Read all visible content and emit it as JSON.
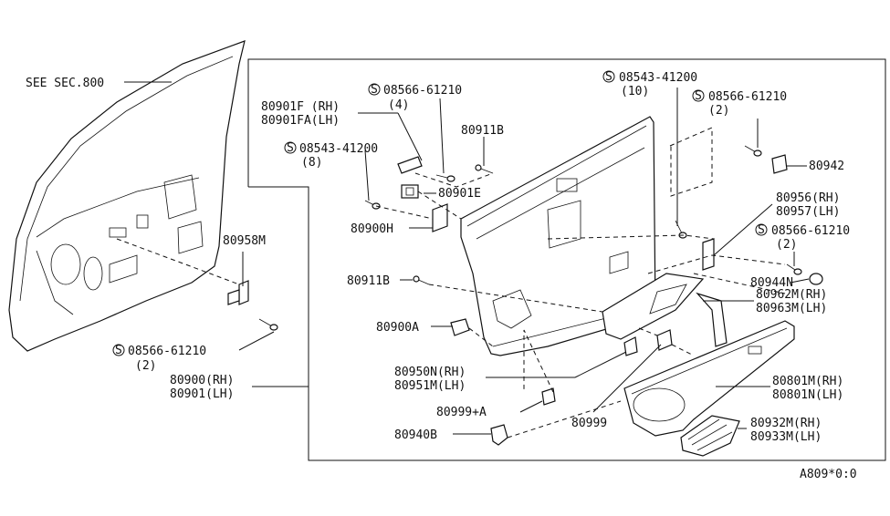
{
  "diagram": {
    "footer_code": "A809*0:0",
    "labels": {
      "see_sec": "SEE SEC.800",
      "s08566_4": "08566-61210",
      "qty_4": "(4)",
      "p80901f_rh": "80901F (RH)",
      "p80901fa_lh": "80901FA(LH)",
      "s08543_8": "08543-41200",
      "qty_8": "(8)",
      "p80911b_top": "80911B",
      "p80901e": "80901E",
      "p80900h": "80900H",
      "p80911b_left": "80911B",
      "p80900a": "80900A",
      "p80950n": "80950N(RH)",
      "p80951m": "80951M(LH)",
      "p80999a": "80999+A",
      "p80940b": "80940B",
      "p80999": "80999",
      "s08543_10": "08543-41200",
      "qty_10": "(10)",
      "s08566_2a": "08566-61210",
      "qty_2a": "(2)",
      "p80942": "80942",
      "p80956": "80956(RH)",
      "p80957": "80957(LH)",
      "s08566_2b": "08566-61210",
      "qty_2b": "(2)",
      "p80944n": "80944N",
      "p80962m": "80962M(RH)",
      "p80963m": "80963M(LH)",
      "p80801m": "80801M(RH)",
      "p80801n": "80801N(LH)",
      "p80932m": "80932M(RH)",
      "p80933m": "80933M(LH)",
      "p80958m": "80958M",
      "s08566_2c": "08566-61210",
      "qty_2c": "(2)",
      "p80900_rh": "80900(RH)",
      "p80901_lh": "80901(LH)"
    },
    "screw_symbol": "S"
  }
}
